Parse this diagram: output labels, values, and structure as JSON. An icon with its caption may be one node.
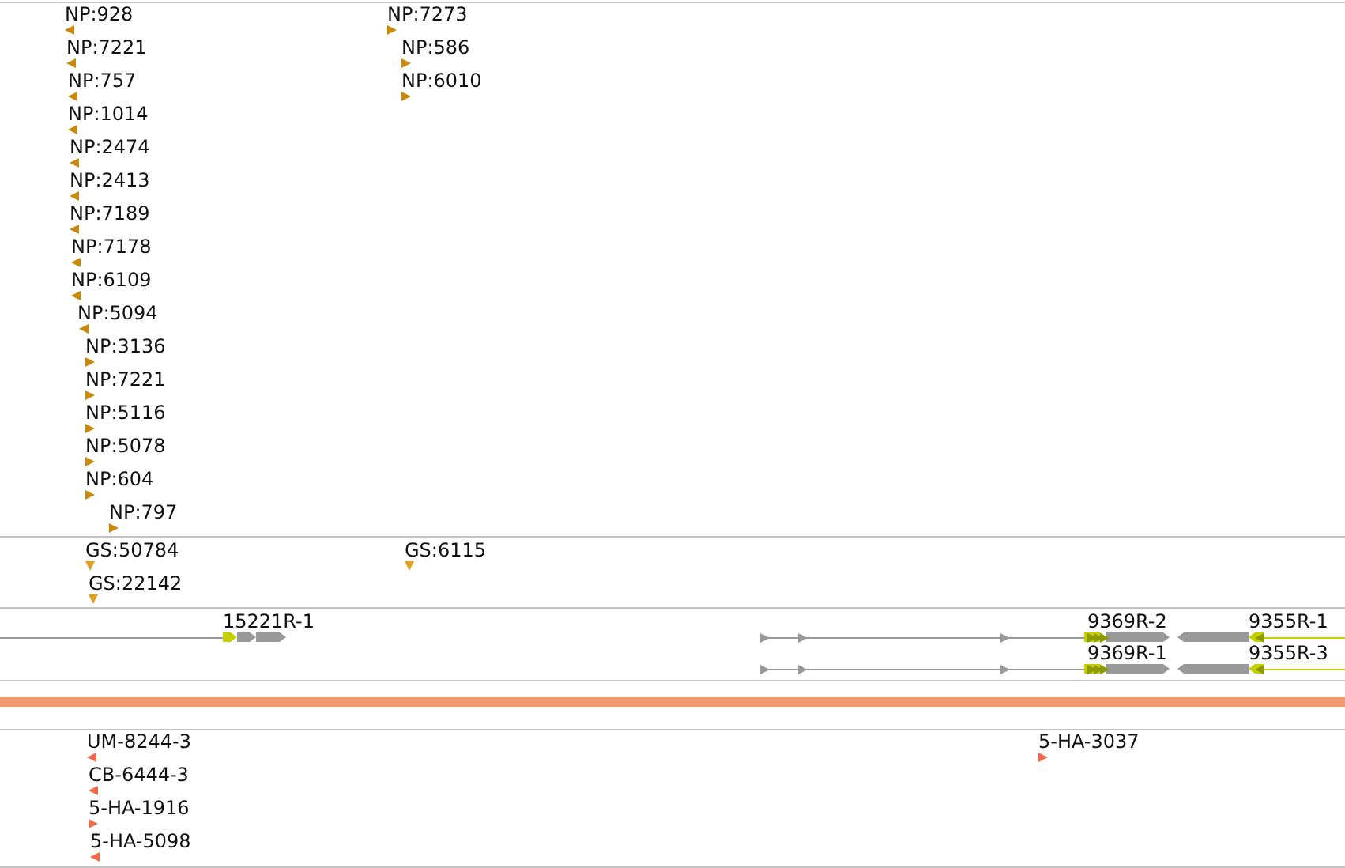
{
  "diagram": {
    "labels": [
      "NP:928",
      "NP:7273",
      "NP:7221",
      "NP:586",
      "NP:757",
      "NP:6010",
      "NP:1014",
      "NP:2474",
      "NP:2413",
      "NP:7189",
      "NP:7178",
      "NP:6109",
      "NP:5094",
      "NP:3136",
      "NP:7221",
      "NP:5116",
      "NP:5078",
      "NP:604",
      "NP:797",
      "GS:50784",
      "GS:6115",
      "GS:22142",
      "15221R-1",
      "9369R-2",
      "9355R-1",
      "9369R-1",
      "9355R-3",
      "UM-8244-3",
      "5-HA-3037",
      "CB-6444-3",
      "5-HA-1916",
      "5-HA-5098"
    ]
  }
}
